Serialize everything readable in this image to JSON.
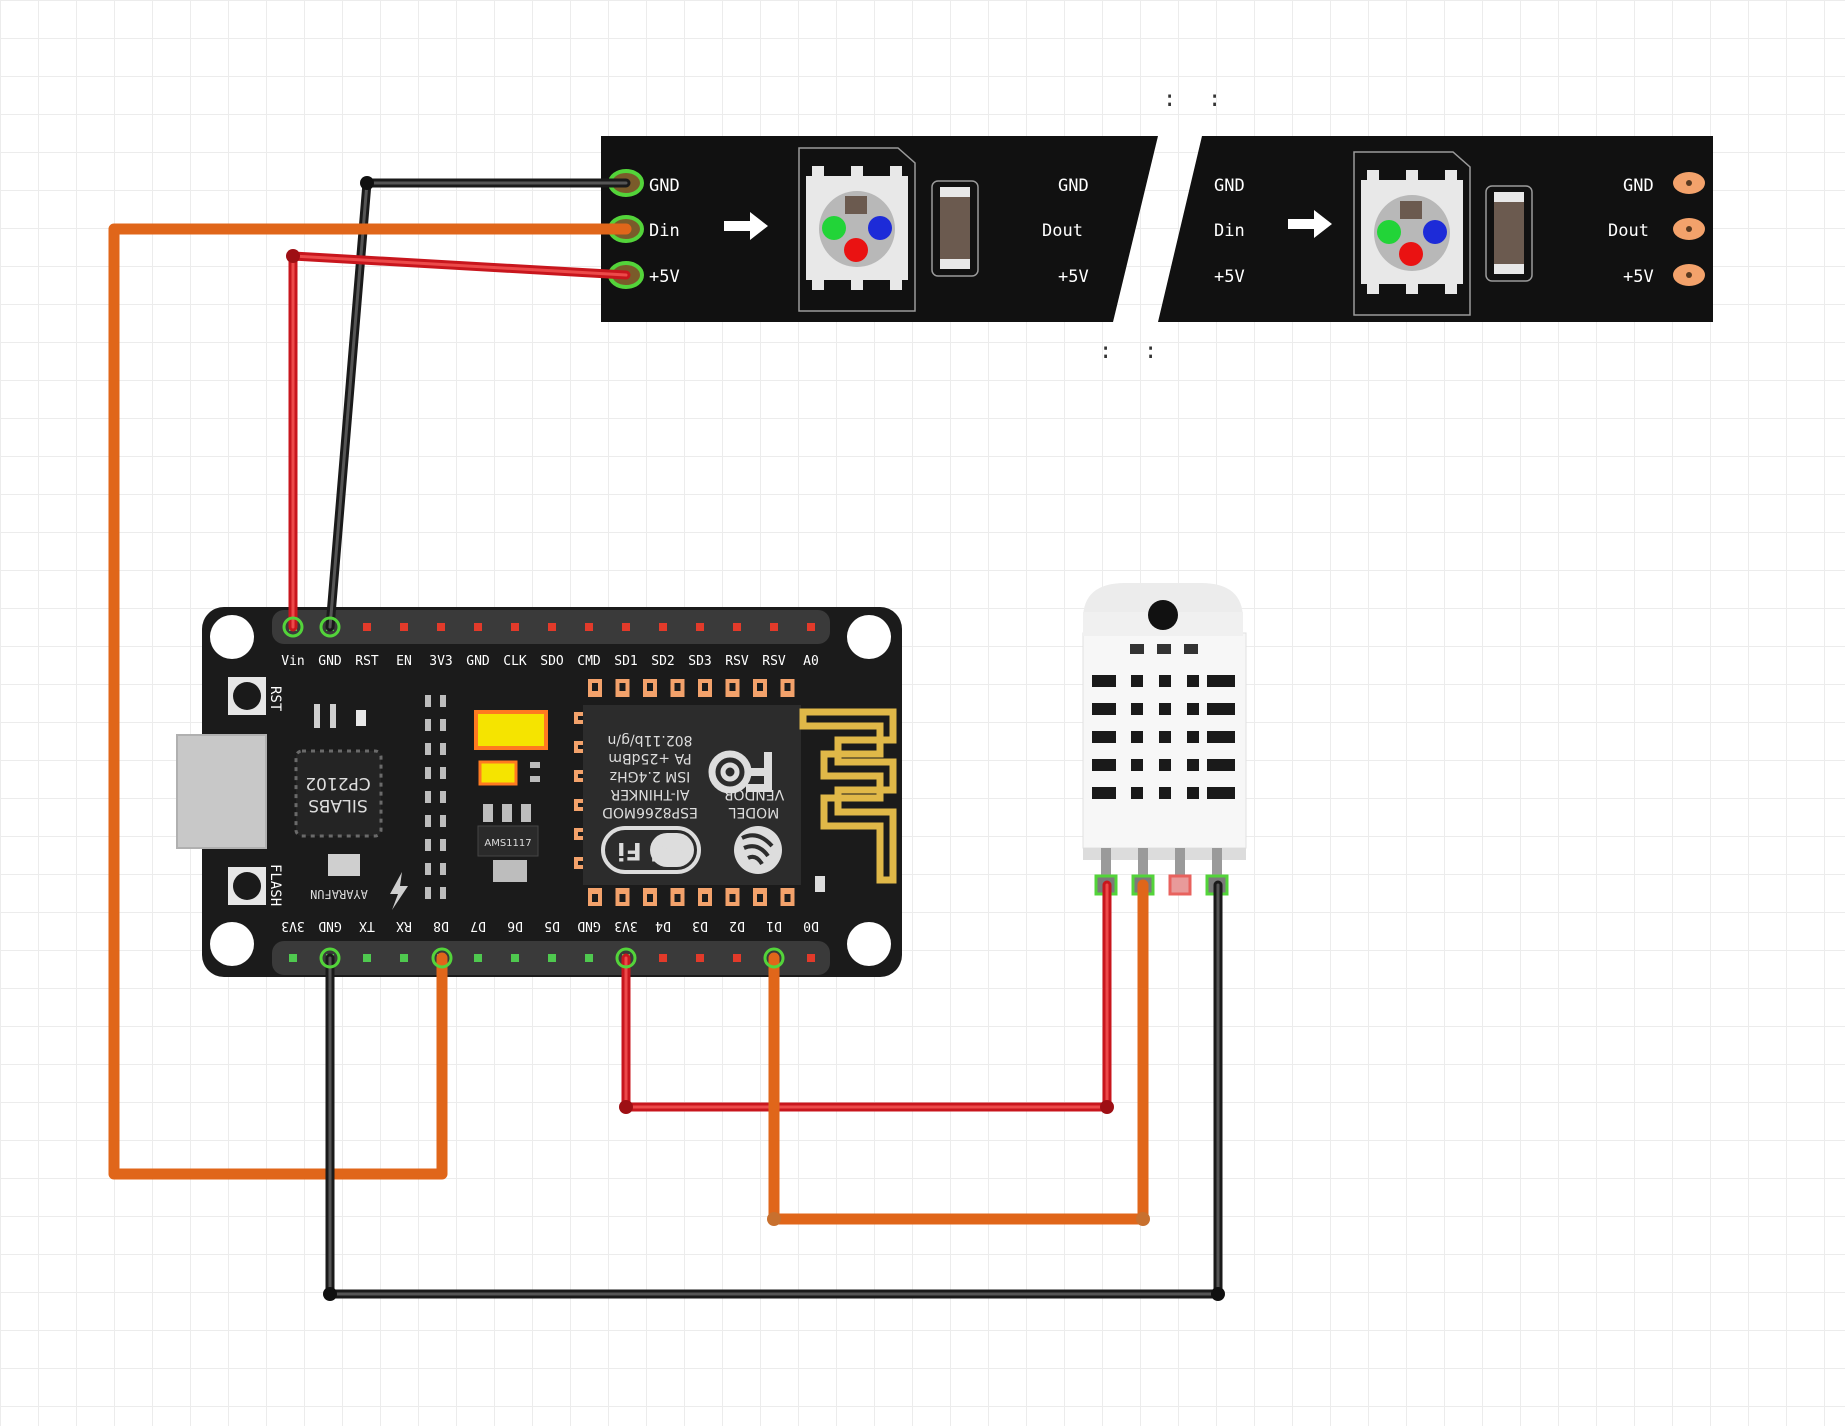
{
  "colors": {
    "wire_red": "#c8161d",
    "wire_black": "#1a1a1a",
    "wire_orange": "#e0661a",
    "board": "#1b1b1b",
    "strip": "#111111",
    "pin_red": "#e23a2a",
    "pin_green": "#4fc94f",
    "pad_copper": "#f3a26b"
  },
  "led_strip": {
    "segment1": {
      "in_labels": [
        "GND",
        "Din",
        "+5V"
      ],
      "out_labels": [
        "GND",
        "Dout",
        "+5V"
      ]
    },
    "segment2": {
      "in_labels": [
        "GND",
        "Din",
        "+5V"
      ],
      "out_labels": [
        "GND",
        "Dout",
        "+5V"
      ]
    },
    "break_marks": [
      ":",
      ":",
      ":",
      ":"
    ]
  },
  "nodemcu": {
    "top_pins": [
      "Vin",
      "GND",
      "RST",
      "EN",
      "3V3",
      "GND",
      "CLK",
      "SDO",
      "CMD",
      "SD1",
      "SD2",
      "SD3",
      "RSV",
      "RSV",
      "A0"
    ],
    "bottom_pins": [
      "3V3",
      "GND",
      "TX",
      "RX",
      "D8",
      "D7",
      "D6",
      "D5",
      "GND",
      "3V3",
      "D4",
      "D3",
      "D2",
      "D1",
      "D0"
    ],
    "rst_label": "RST",
    "flash_label": "FLASH",
    "chip_line1": "SILABS",
    "chip_line2": "CP2102",
    "maker": "AYARAFUN",
    "regulator": "AMS1117",
    "module_text": [
      "MODEL",
      "VENDOR",
      "ESP8266MOD",
      "AI-THINKER",
      "ISM 2.4GHz",
      "PA +25dBm",
      "802.11b/g/n"
    ],
    "wifi_logo": "Wi Fi"
  },
  "dht_sensor": {
    "pins": 4
  }
}
